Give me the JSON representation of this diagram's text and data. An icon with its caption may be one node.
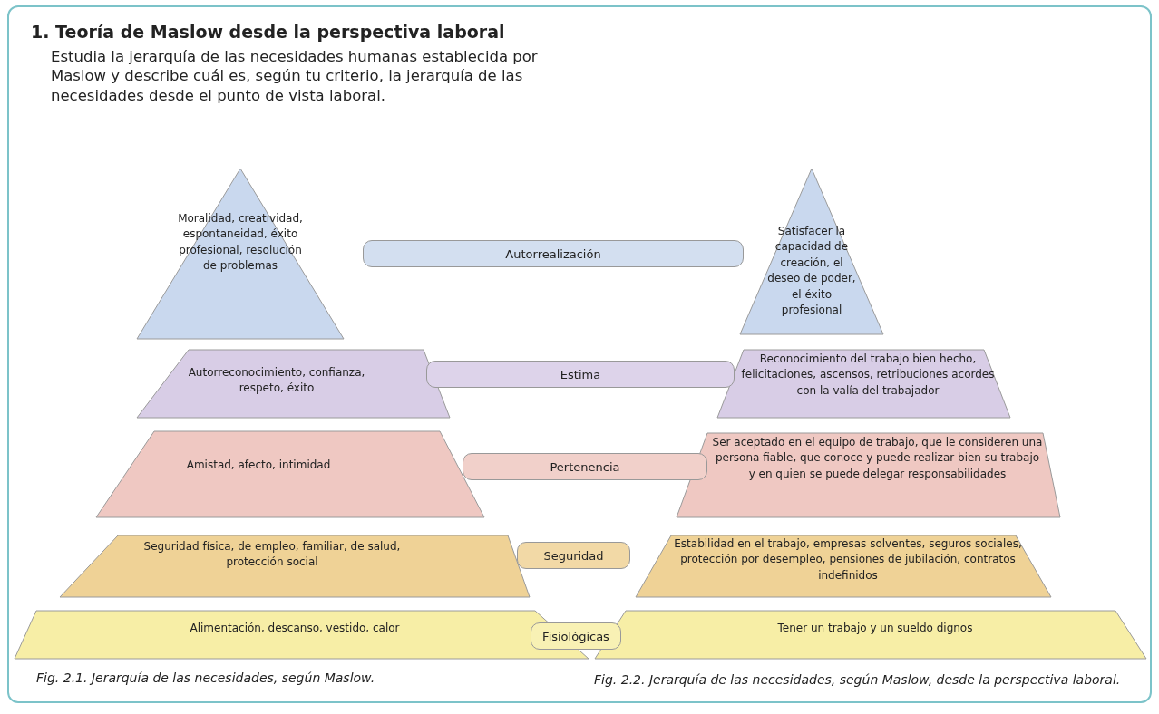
{
  "diagram": {
    "title": "1. Teoría de Maslow desde la perspectiva laboral",
    "nodes": [
      {
        "text": [
          "Moralidad, creatividad, espontaneidad, éxito profesional, resolución de problemas"
        ]
      },
      {
        "text": [
          "Autorrealización"
        ]
      },
      {
        "text": [
          "Satisfacer la capacidad de creación, el deseo de poder, el éxito profesional"
        ]
      },
      {
        "text": [
          "Autorreconocimiento, confianza, respeto, éxito"
        ]
      },
      {
        "text": [
          "Estima"
        ]
      },
      {
        "text": [
          "Reconocimiento del trabajo bien hecho, felicitaciones, ascensos, retribuciones acordes con la valía del trabajador"
        ]
      },
      {
        "text": [
          "Amistad, afecto, intimidad"
        ]
      },
      {
        "text": [
          "Pertenencia"
        ]
      },
      {
        "text": [
          "Ser aceptado en el equipo de trabajo, que le consideren una persona fiable, que conoce y puede realizar bien su trabajo y en quien se puede delegar responsabilidades"
        ]
      },
      {
        "text": [
          "Seguridad física, de empleo, familiar, de salud, protección social"
        ]
      },
      {
        "text": [
          "Seguridad"
        ]
      },
      {
        "text": [
          "Estabilidad en el trabajo, empresas solventes, seguros sociales, protección por desempleo, pensiones de jubilación, contratos indefinidos"
        ]
      },
      {
        "text": [
          "Alimentación, descanso, vestido, calor"
        ]
      },
      {
        "text": [
          "Fisiológicas"
        ]
      },
      {
        "text": [
          "Tener un trabajo y un sueldo dignos"
        ]
      }
    ],
    "labels": [
      "Estudia la jerarquía de las necesidades humanas establecida por Maslow y describe cuál es, según tu criterio, la jerarquía de las necesidades desde el punto de vista laboral.",
      "Fig. 2.1. Jerarquía de las necesidades, según Maslow.",
      "Fig. 2.2. Jerarquía de las necesidades, según Maslow, desde la perspectiva laboral."
    ]
  }
}
